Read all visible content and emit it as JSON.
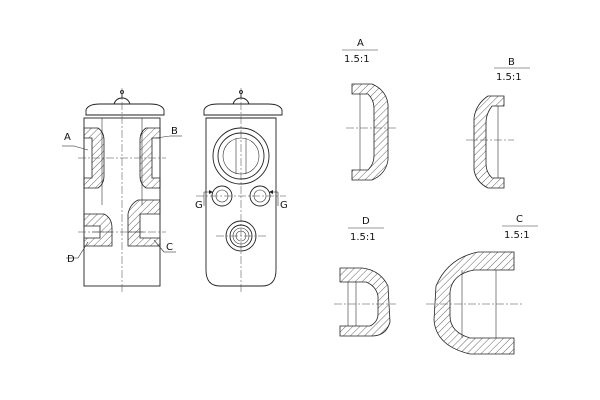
{
  "callouts": {
    "a": "A",
    "b": "B",
    "c": "C",
    "d": "D",
    "g_left": "G",
    "g_right": "G"
  },
  "details": [
    {
      "id": "A",
      "scale": "1.5:1"
    },
    {
      "id": "B",
      "scale": "1.5:1"
    },
    {
      "id": "D",
      "scale": "1.5:1"
    },
    {
      "id": "C",
      "scale": "1.5:1"
    }
  ]
}
